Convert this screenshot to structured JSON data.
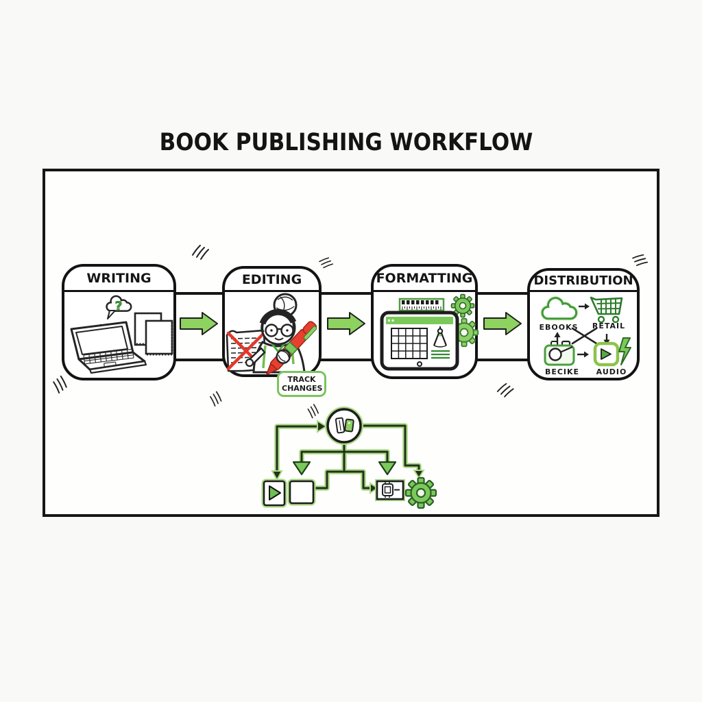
{
  "title": "BOOK PUBLISHING WORKFLOW",
  "stages": [
    {
      "label": "WRITING",
      "icons": [
        "laptop-icon",
        "thought-bubble-question-icon",
        "manuscript-pages-icon"
      ]
    },
    {
      "label": "EDITING",
      "tag": "TRACK CHANGES",
      "icons": [
        "editor-person-icon",
        "red-pen-icon",
        "crossed-out-manuscript-icon"
      ]
    },
    {
      "label": "FORMATTING",
      "icons": [
        "ruler-icon",
        "gears-icon",
        "tablet-grid-layout-icon",
        "drafting-compass-icon"
      ]
    },
    {
      "label": "DISTRIBUTION",
      "channels": [
        {
          "label": "EBOOKS",
          "icon": "cloud-icon"
        },
        {
          "label": "RETAIL",
          "icon": "shopping-cart-icon"
        },
        {
          "label": "BECIKE",
          "icon": "satchel-icon"
        },
        {
          "label": "AUDIO",
          "icon": "play-button-icon"
        }
      ],
      "extra_icon": "lightning-bolt-icon"
    }
  ],
  "flow": {
    "stage_arrow_icon": "green-right-arrow-icon",
    "bottom_diagram": {
      "hub_icon": "books-circle-icon",
      "node_icons": [
        "play-square-icon",
        "blank-square-icon",
        "chip-square-icon",
        "gear-icon"
      ]
    }
  },
  "colors": {
    "accent_green": "#7cc95b",
    "arrow_green": "#8ed25f",
    "dark_green": "#2f7d32",
    "pen_red": "#e0392b",
    "ink": "#1a1a1a"
  }
}
